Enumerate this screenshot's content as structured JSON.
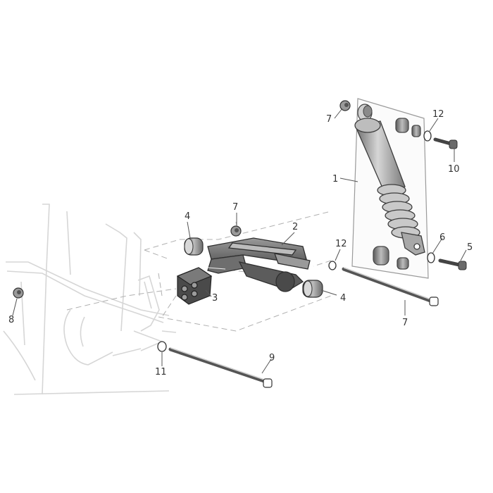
{
  "colors": {
    "background": "#ffffff",
    "frame_outline": "#d8d8d8",
    "part_fill": "#8c8c8c",
    "part_dark": "#4a4a4a",
    "part_light": "#d0d0d0",
    "leader_line": "#555555",
    "dash_line": "#aaaaaa",
    "label_text": "#333333"
  },
  "callouts": [
    {
      "id": "c1",
      "label": "1"
    },
    {
      "id": "c2",
      "label": "2"
    },
    {
      "id": "c3",
      "label": "3"
    },
    {
      "id": "c4a",
      "label": "4"
    },
    {
      "id": "c4b",
      "label": "4"
    },
    {
      "id": "c5",
      "label": "5"
    },
    {
      "id": "c6",
      "label": "6"
    },
    {
      "id": "c7a",
      "label": "7"
    },
    {
      "id": "c7b",
      "label": "7"
    },
    {
      "id": "c7c",
      "label": "7"
    },
    {
      "id": "c8",
      "label": "8"
    },
    {
      "id": "c9",
      "label": "9"
    },
    {
      "id": "c10",
      "label": "10"
    },
    {
      "id": "c11",
      "label": "11"
    },
    {
      "id": "c12a",
      "label": "12"
    },
    {
      "id": "c12b",
      "label": "12"
    }
  ]
}
